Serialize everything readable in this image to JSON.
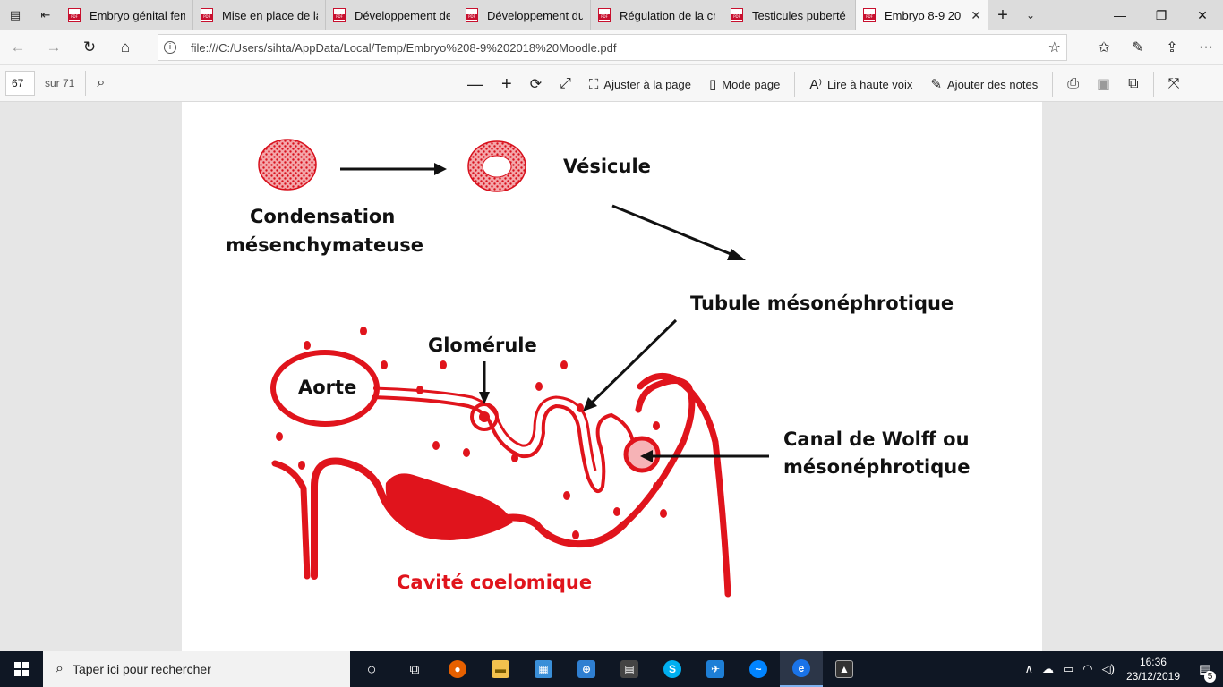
{
  "browser": {
    "tabs": [
      {
        "title": "Embryo génital fen",
        "active": false
      },
      {
        "title": "Mise en place de la",
        "active": false
      },
      {
        "title": "Développement de",
        "active": false
      },
      {
        "title": "Développement du",
        "active": false
      },
      {
        "title": "Régulation de la cr",
        "active": false
      },
      {
        "title": "Testicules puberté",
        "active": false
      },
      {
        "title": "Embryo 8-9 20",
        "active": true
      }
    ],
    "url": "file:///C:/Users/sihta/AppData/Local/Temp/Embryo%208-9%202018%20Moodle.pdf"
  },
  "pdf_toolbar": {
    "current_page": "67",
    "total_pages": "sur 71",
    "fit_page_label": "Ajuster à la page",
    "page_mode_label": "Mode page",
    "read_aloud_label": "Lire à haute voix",
    "add_notes_label": "Ajouter des notes"
  },
  "diagram": {
    "condensation_line1": "Condensation",
    "condensation_line2": "mésenchymateuse",
    "vesicule": "Vésicule",
    "tubule": "Tubule mésonéphrotique",
    "glomerule": "Glomérule",
    "aorte": "Aorte",
    "canal_line1": "Canal de Wolff ou",
    "canal_line2": "mésonéphrotique",
    "cavite": "Cavité coelomique",
    "accent_color": "#e0141c"
  },
  "taskbar": {
    "search_placeholder": "Taper ici pour rechercher",
    "time": "16:36",
    "date": "23/12/2019",
    "notification_count": "5"
  }
}
